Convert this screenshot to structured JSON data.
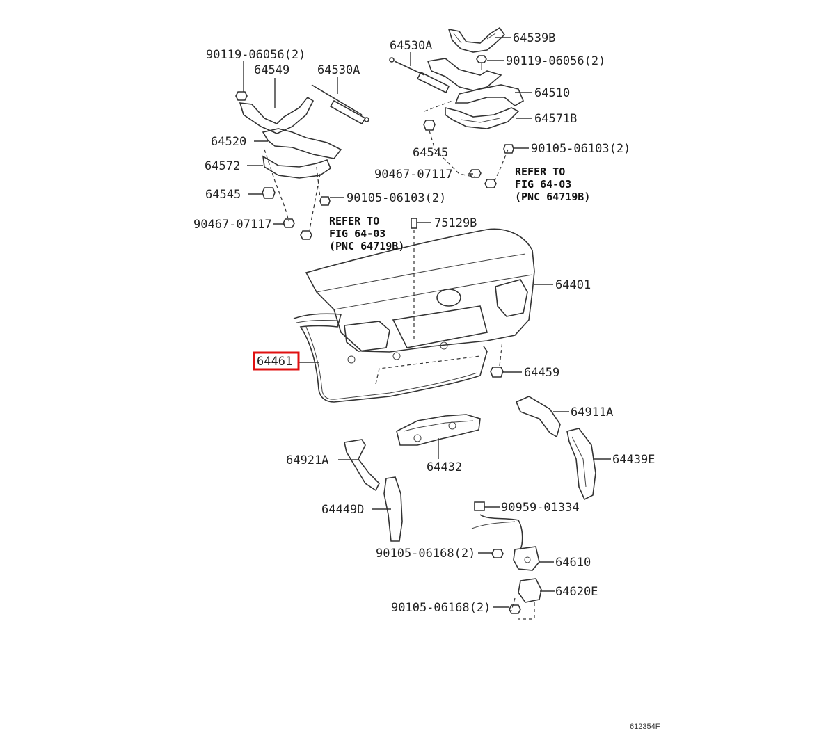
{
  "diagram_id": "612354F",
  "highlight_color": "#e01010",
  "parts": {
    "p64539B": "64539B",
    "p90119_r": "90119-06056(2)",
    "p64530A_r": "64530A",
    "p64510": "64510",
    "p64571B": "64571B",
    "p64545_r": "64545",
    "p90105_r": "90105-06103(2)",
    "p90467_r": "90467-07117",
    "p90119_l": "90119-06056(2)",
    "p64549": "64549",
    "p64530A_l": "64530A",
    "p64520": "64520",
    "p64572": "64572",
    "p64545_l": "64545",
    "p90105_l": "90105-06103(2)",
    "p90467_l": "90467-07117",
    "p75129B": "75129B",
    "p64401": "64401",
    "p64461": "64461",
    "p64459": "64459",
    "p64911A": "64911A",
    "p64432": "64432",
    "p64439E": "64439E",
    "p64921A": "64921A",
    "p64449D": "64449D",
    "p90959": "90959-01334",
    "p90105_06168_a": "90105-06168(2)",
    "p64610": "64610",
    "p64620E": "64620E",
    "p90105_06168_b": "90105-06168(2)"
  },
  "refer_right": {
    "line1": "REFER TO",
    "line2": "FIG 64-03",
    "line3": "(PNC 64719B)"
  },
  "refer_left": {
    "line1": "REFER TO",
    "line2": "FIG 64-03",
    "line3": "(PNC 64719B)"
  }
}
